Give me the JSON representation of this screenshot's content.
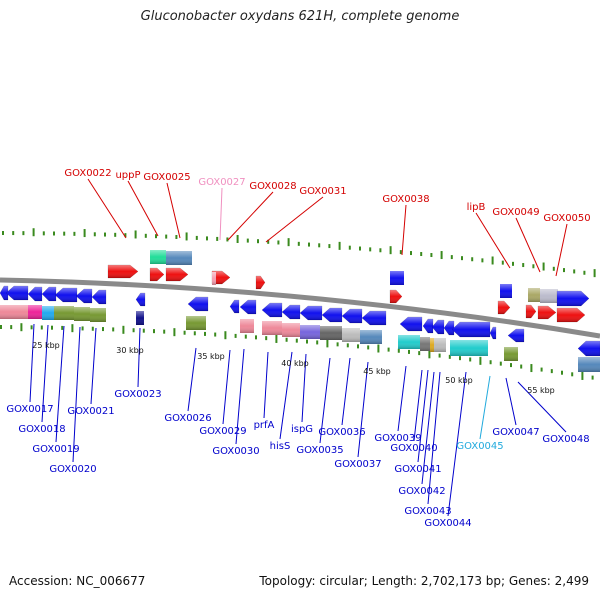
{
  "title": "Gluconobacter oxydans 621H, complete genome",
  "footer": {
    "accession": "Accession: NC_006677",
    "topology": "Topology: circular; Length: 2,702,173 bp; Genes: 2,499"
  },
  "colors": {
    "backbone": "#808080",
    "tick": "#3a8a1e",
    "label_blue": "#0000cc",
    "label_red": "#d40000",
    "label_pink": "#f090c0",
    "label_cyan": "#22aadd"
  },
  "scale_labels": [
    "25 kbp",
    "30 kbp",
    "35 kbp",
    "40 kbp",
    "45 kbp",
    "50 kbp",
    "55 kbp"
  ],
  "gene_labels_top": [
    {
      "text": "GOX0022",
      "color": "red"
    },
    {
      "text": "uppP",
      "color": "red"
    },
    {
      "text": "GOX0025",
      "color": "red"
    },
    {
      "text": "GOX0027",
      "color": "pink"
    },
    {
      "text": "GOX0028",
      "color": "red"
    },
    {
      "text": "GOX0031",
      "color": "red"
    },
    {
      "text": "GOX0038",
      "color": "red"
    },
    {
      "text": "lipB",
      "color": "red"
    },
    {
      "text": "GOX0049",
      "color": "red"
    },
    {
      "text": "GOX0050",
      "color": "red"
    }
  ],
  "gene_labels_bottom": [
    {
      "text": "GOX0017",
      "color": "blue"
    },
    {
      "text": "GOX0018",
      "color": "blue"
    },
    {
      "text": "GOX0019",
      "color": "blue"
    },
    {
      "text": "GOX0020",
      "color": "blue"
    },
    {
      "text": "GOX0021",
      "color": "blue"
    },
    {
      "text": "GOX0023",
      "color": "blue"
    },
    {
      "text": "GOX0026",
      "color": "blue"
    },
    {
      "text": "GOX0029",
      "color": "blue"
    },
    {
      "text": "GOX0030",
      "color": "blue"
    },
    {
      "text": "prfA",
      "color": "blue"
    },
    {
      "text": "hisS",
      "color": "blue"
    },
    {
      "text": "ispG",
      "color": "blue"
    },
    {
      "text": "GOX0035",
      "color": "blue"
    },
    {
      "text": "GOX0036",
      "color": "blue"
    },
    {
      "text": "GOX0037",
      "color": "blue"
    },
    {
      "text": "GOX0039",
      "color": "blue"
    },
    {
      "text": "GOX0040",
      "color": "blue"
    },
    {
      "text": "GOX0041",
      "color": "blue"
    },
    {
      "text": "GOX0042",
      "color": "blue"
    },
    {
      "text": "GOX0043",
      "color": "blue"
    },
    {
      "text": "GOX0044",
      "color": "blue"
    },
    {
      "text": "GOX0045",
      "color": "cyan"
    },
    {
      "text": "GOX0047",
      "color": "blue"
    },
    {
      "text": "GOX0048",
      "color": "blue"
    }
  ]
}
